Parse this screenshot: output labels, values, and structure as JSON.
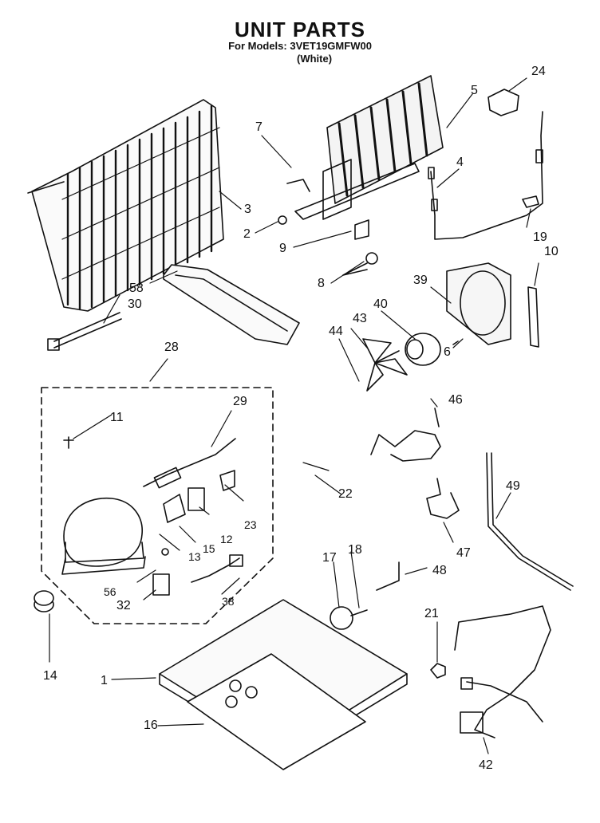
{
  "header": {
    "title": "UNIT PARTS",
    "models_line": "For Models: 3VET19GMFW00",
    "color_line": "(White)"
  },
  "part_labels": [
    "1",
    "2",
    "3",
    "4",
    "5",
    "6",
    "7",
    "8",
    "9",
    "10",
    "11",
    "12",
    "13",
    "14",
    "15",
    "16",
    "17",
    "18",
    "19",
    "21",
    "22",
    "23",
    "24",
    "28",
    "29",
    "30",
    "32",
    "38",
    "39",
    "40",
    "42",
    "43",
    "44",
    "46",
    "47",
    "48",
    "49",
    "56",
    "58"
  ]
}
